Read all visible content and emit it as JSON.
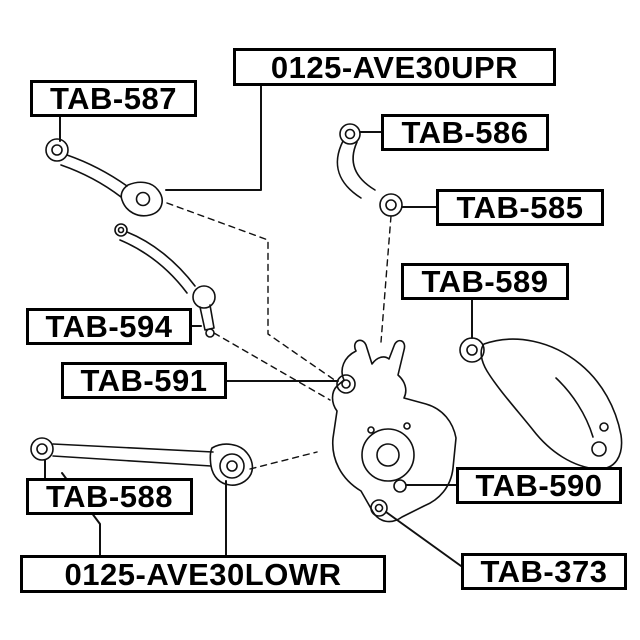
{
  "colors": {
    "background": "#ffffff",
    "line": "#111111",
    "label_border": "#000000",
    "label_text": "#000000"
  },
  "labels": {
    "upr": "0125-AVE30UPR",
    "tab587": "TAB-587",
    "tab586": "TAB-586",
    "tab585": "TAB-585",
    "tab589": "TAB-589",
    "tab594": "TAB-594",
    "tab591": "TAB-591",
    "tab588": "TAB-588",
    "tab590": "TAB-590",
    "lowr": "0125-AVE30LOWR",
    "tab373": "TAB-373"
  }
}
